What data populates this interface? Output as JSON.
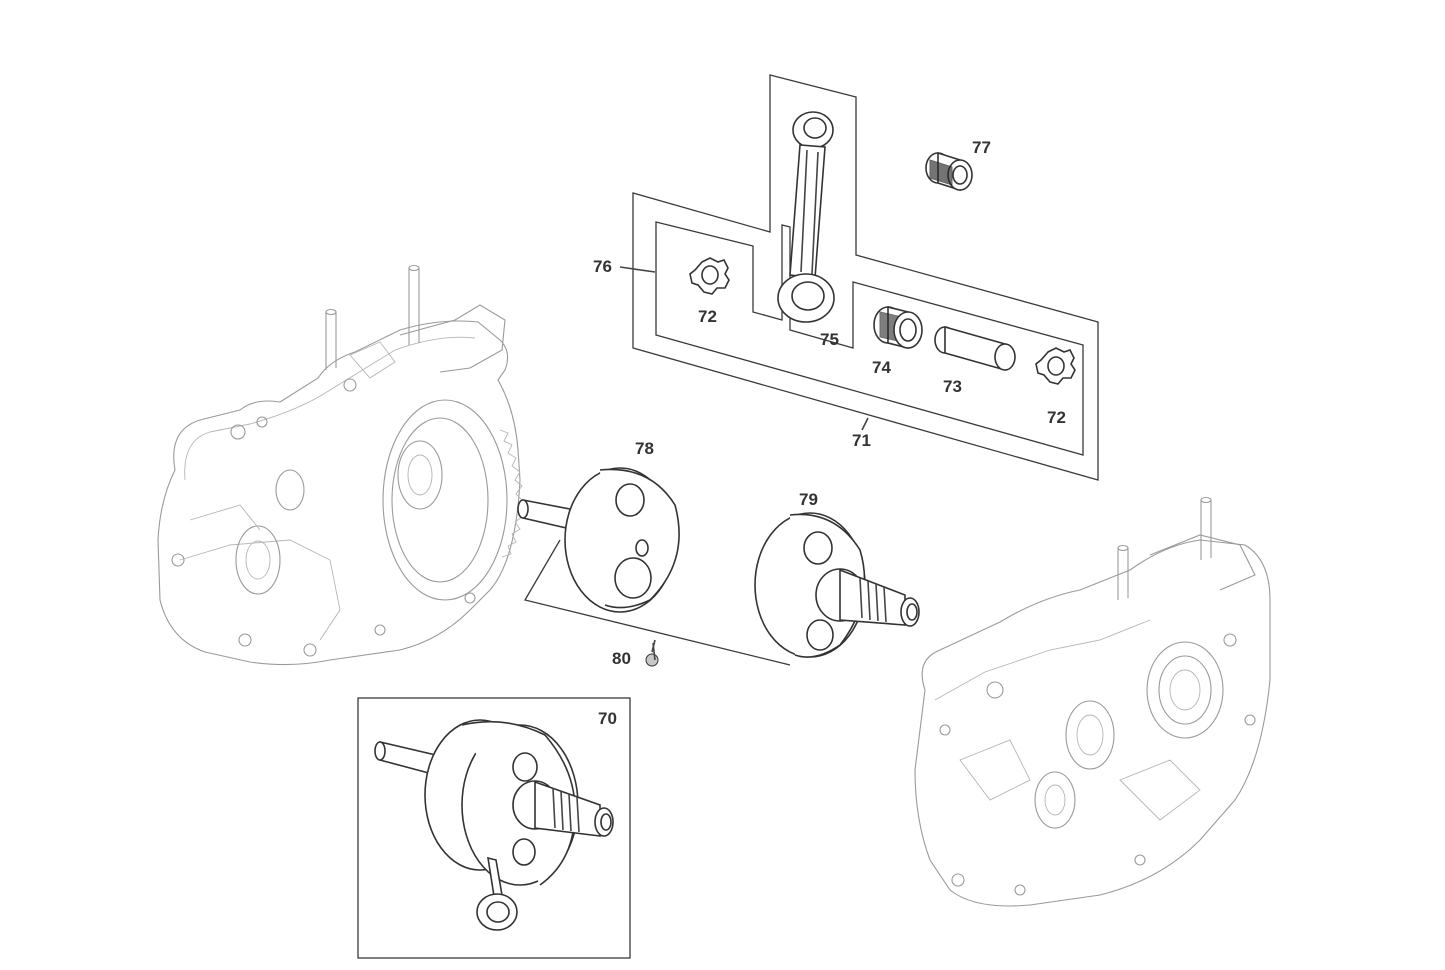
{
  "callouts": {
    "c70": "70",
    "c71": "71",
    "c72a": "72",
    "c72b": "72",
    "c73": "73",
    "c74": "74",
    "c75": "75",
    "c76": "76",
    "c77": "77",
    "c78": "78",
    "c79": "79",
    "c80": "80"
  },
  "colors": {
    "outline": "#333333",
    "faint_outline": "#9a9a9a",
    "background": "#ffffff"
  }
}
